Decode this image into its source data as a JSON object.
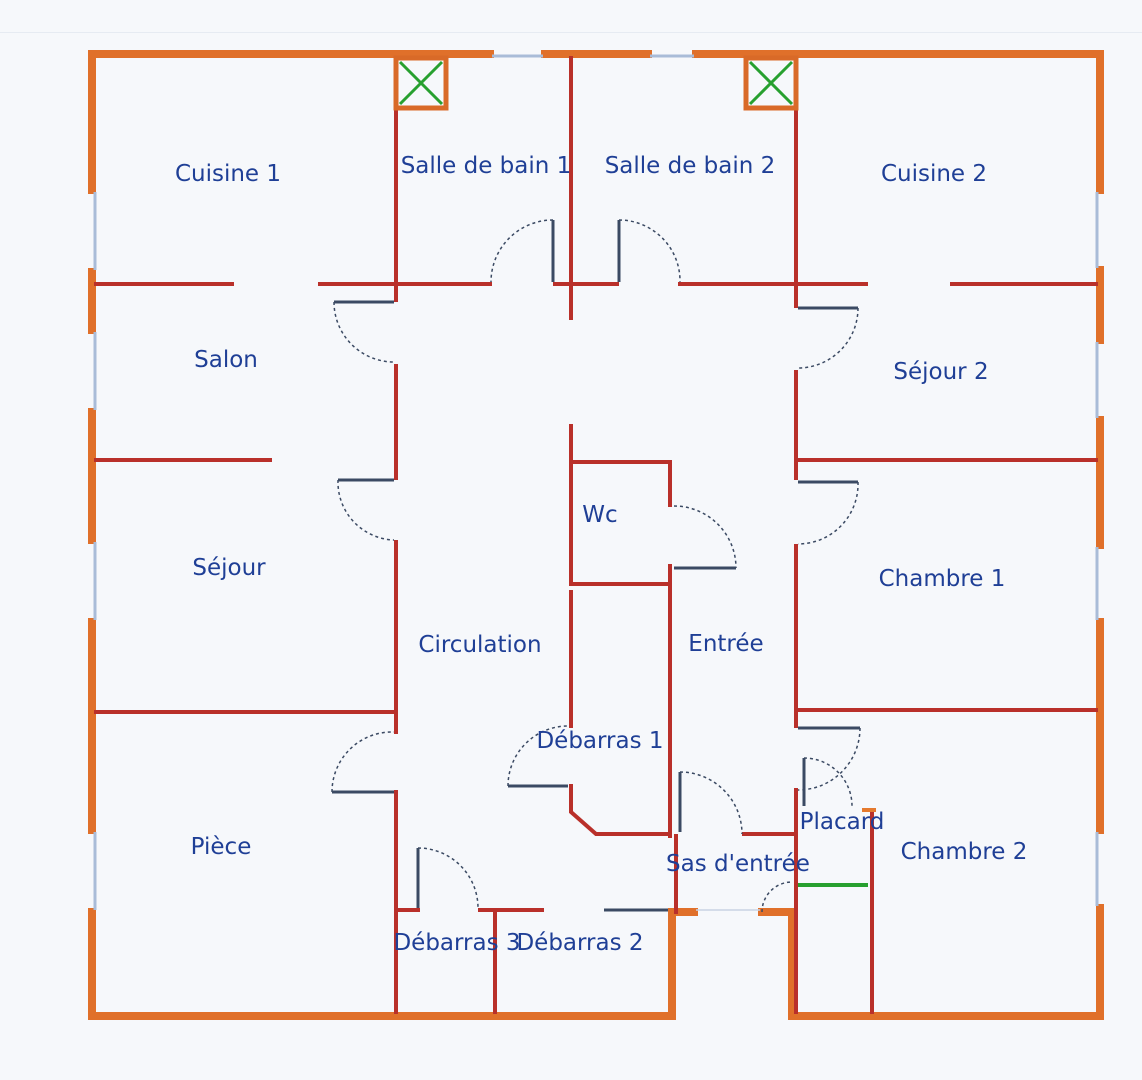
{
  "rooms": {
    "cuisine1": "Cuisine 1",
    "sdb1": "Salle de bain 1",
    "sdb2": "Salle de bain 2",
    "cuisine2": "Cuisine 2",
    "salon": "Salon",
    "sejour2": "Séjour 2",
    "sejour": "Séjour",
    "wc": "Wc",
    "chambre1": "Chambre 1",
    "circulation": "Circulation",
    "entree": "Entrée",
    "debarras1": "Débarras 1",
    "piece": "Pièce",
    "placard": "Placard",
    "chambre2": "Chambre 2",
    "sas": "Sas d'entrée",
    "debarras3": "Débarras 3",
    "debarras2": "Débarras 2"
  },
  "icons": {
    "ventilation": "ventilation-duct-icon",
    "door": "door-swing-icon",
    "window": "window-icon"
  },
  "colors": {
    "exterior_wall": "#e0702a",
    "interior_wall": "#b9302a",
    "label": "#1f3f96",
    "ventilation_mark": "#27a02f",
    "window": "#a9bcd8"
  }
}
